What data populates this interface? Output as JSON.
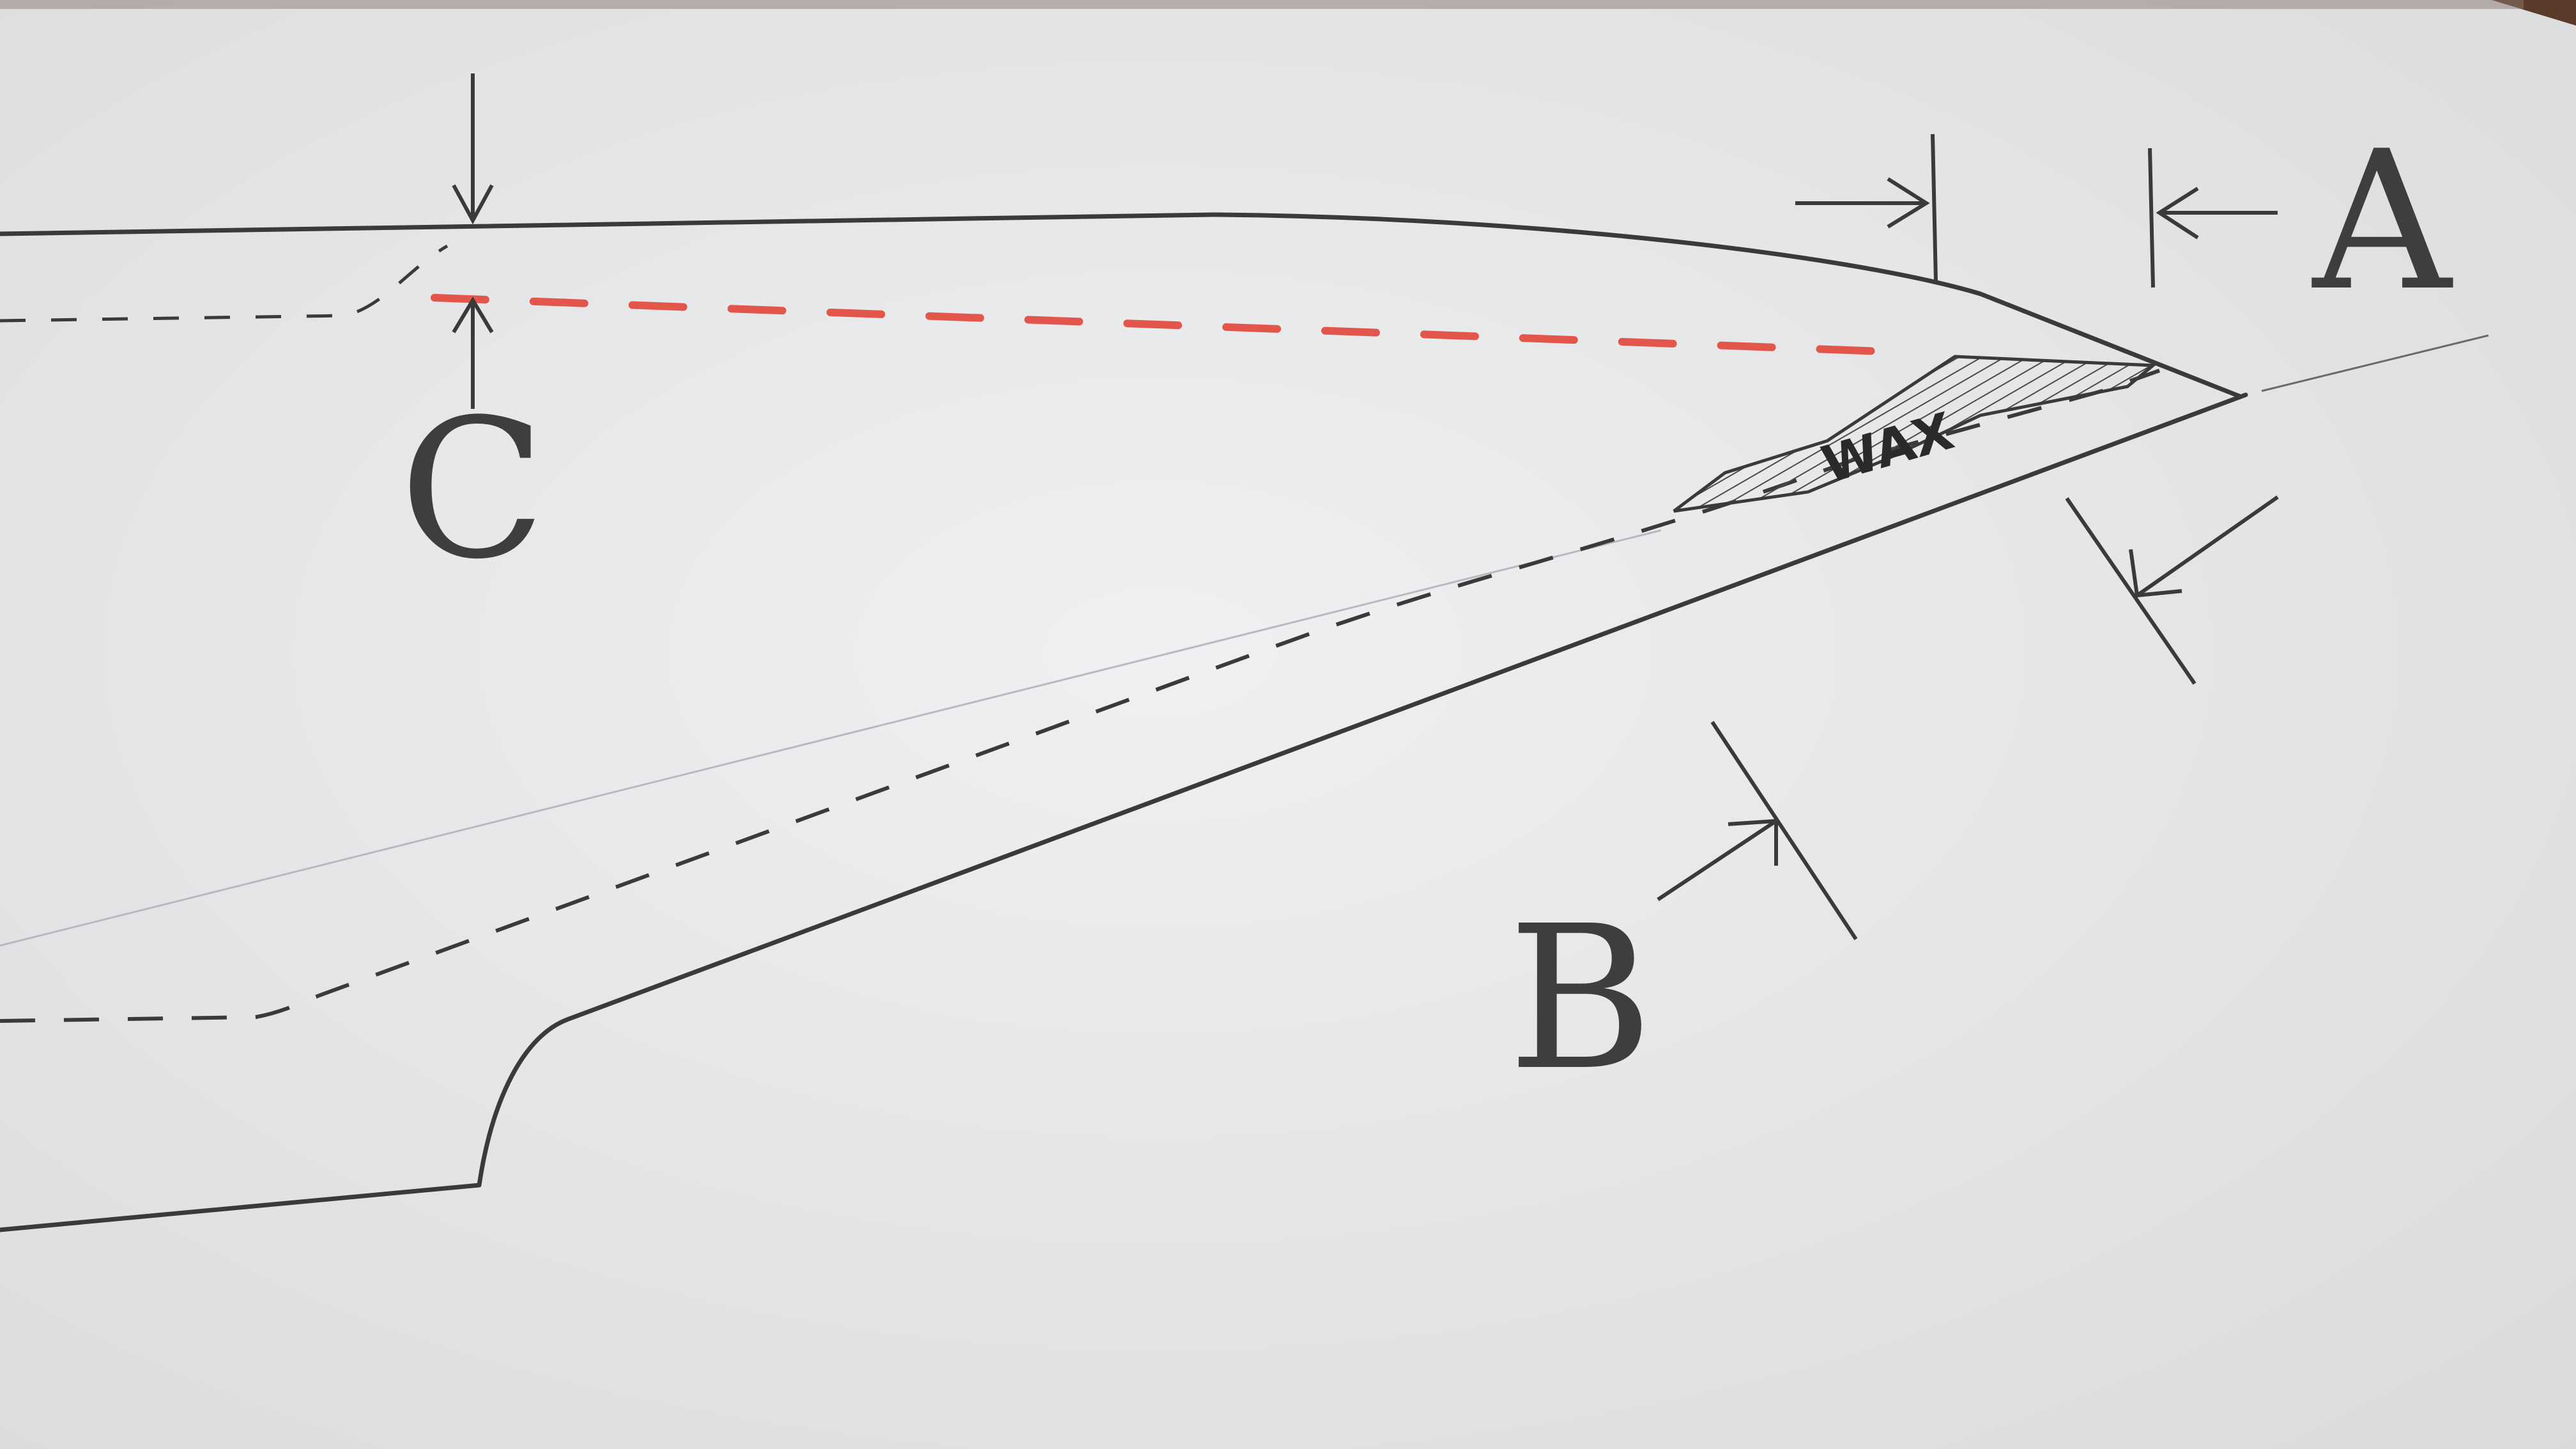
{
  "labels": {
    "a": "A",
    "b": "B",
    "c": "C",
    "wax": "WAX"
  },
  "colors": {
    "paper": "#e9eaec",
    "pencil": "#3a3a3a",
    "red_pencil": "#e2564b",
    "table_edge": "#5a3a2a"
  }
}
